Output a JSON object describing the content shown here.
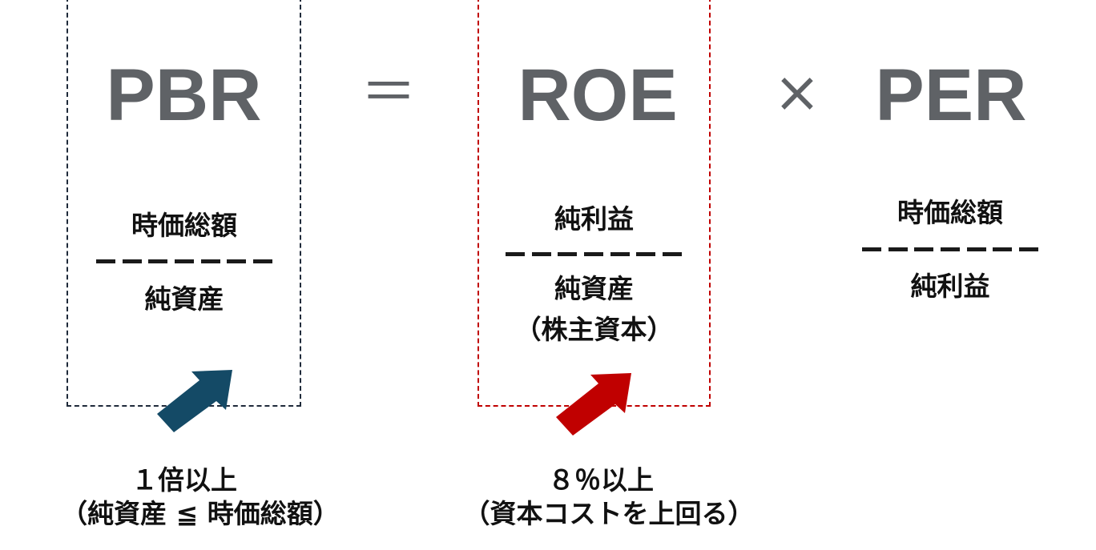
{
  "pbr": {
    "term": "PBR",
    "numerator": "時価総額",
    "denominator": "純資産",
    "caption_line1": "１倍以上",
    "caption_line2": "（純資産 ≦ 時価総額）"
  },
  "equals_symbol": "＝",
  "roe": {
    "term": "ROE",
    "numerator": "純利益",
    "denominator_line1": "純資産",
    "denominator_line2": "（株主資本）",
    "caption_line1": "８％以上",
    "caption_line2": "（資本コストを上回る）"
  },
  "times_symbol": "×",
  "per": {
    "term": "PER",
    "numerator": "時価総額",
    "denominator": "純利益"
  },
  "colors": {
    "term_gray": "#5f6266",
    "pbr_box": "#1f2a3a",
    "pbr_arrow": "#144a66",
    "roe_box": "#c00000",
    "roe_arrow": "#c00000",
    "text": "#111111"
  },
  "icons": {
    "pbr_arrow": "arrow-up-right-icon",
    "roe_arrow": "arrow-up-right-icon"
  }
}
